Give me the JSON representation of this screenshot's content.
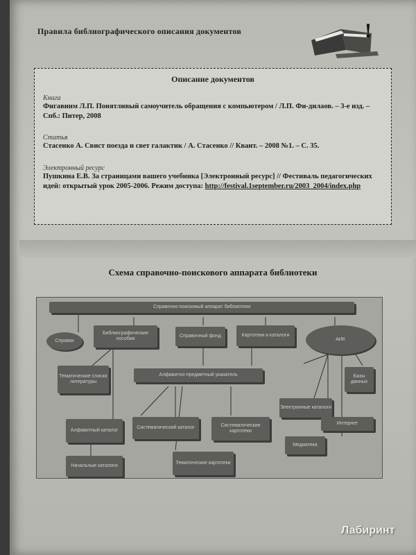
{
  "header": {
    "title": "Правила библиографического описания документов"
  },
  "doc_box": {
    "title": "Описание документов",
    "sections": [
      {
        "label": "Книга",
        "text": "Фигавинм Л.П. Понятливый самоучитель обращения с компьютером / Л.П. Фи-дилаов. – 3-е изд. – Спб.: Питер, 2008"
      },
      {
        "label": "Статья",
        "text": "Стасенко А. Свист поезда и свет галактик / А. Стасенко // Квант. – 2008 №1. – С. 35."
      },
      {
        "label": "Электронный ресурс",
        "text": "Пушкина Е.В. За страницами вашего учебника [Электронный ресурс] // Фестиваль педагогических идей: открытый урок 2005-2006. Режим доступа:",
        "link": "http://festival.1september.ru/2003_2004/index.php"
      }
    ]
  },
  "schema": {
    "title": "Схема справочно-поискового аппарата библиотеки",
    "nodes": {
      "top": "Справочно-поисковый аппарат библиотеки",
      "spravki": "Справки",
      "bib_posobiya": "Библиографические пособия",
      "spr_fond": "Справочный фонд",
      "kartoteki": "Картотеки и каталоги",
      "aik": "АИК",
      "tematicheskie": "Тематические списки литературы",
      "alf_pred": "Алфавитно-предметный указатель",
      "bazy": "Базы данных",
      "elektronnye": "Электронные каталоги",
      "alf_katalog": "Алфавитный каталог",
      "sist_katalog": "Систематический каталог",
      "sist_kartoteka": "Систематические картотеки",
      "internet": "Интернет",
      "nachalo": "Начальные каталоги",
      "tem_kartoteki": "Тематические картотеки",
      "mediateka": "Медиатека"
    }
  },
  "watermark": "Лабиринт"
}
